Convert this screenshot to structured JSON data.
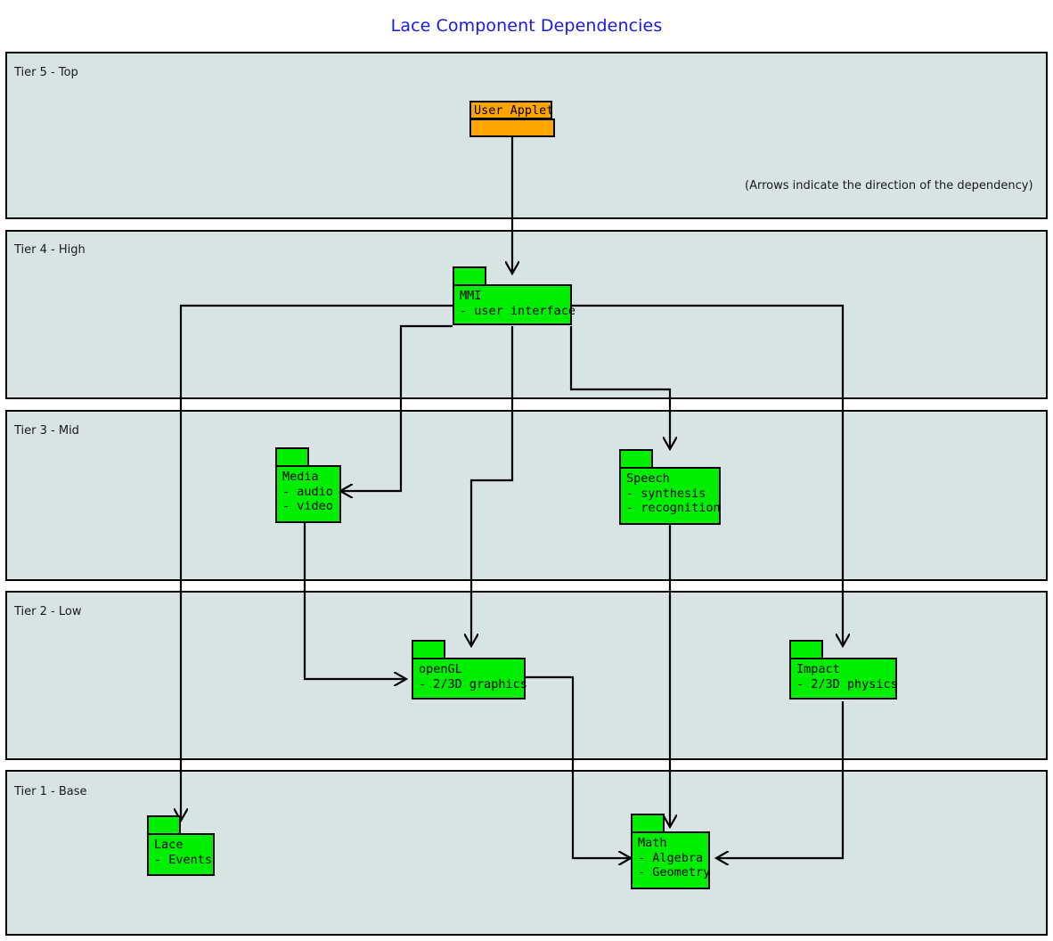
{
  "title": "Lace Component Dependencies",
  "note": "(Arrows indicate the direction of the dependency)",
  "colors": {
    "title": "#1818f0",
    "tier_fill": "#d8e3e3",
    "tier_border": "#000000",
    "package_fill": "#00ee00",
    "applet_fill": "#ffa500",
    "connector": "#000000",
    "text": "#000000"
  },
  "tiers": [
    {
      "id": "tier5",
      "label": "Tier 5 - Top"
    },
    {
      "id": "tier4",
      "label": "Tier 4 - High"
    },
    {
      "id": "tier3",
      "label": "Tier 3 - Mid"
    },
    {
      "id": "tier2",
      "label": "Tier 2 - Low"
    },
    {
      "id": "tier1",
      "label": "Tier 1 - Base"
    }
  ],
  "nodes": {
    "user_applet": {
      "name": "User Applet",
      "tier": "Tier 5 - Top"
    },
    "mmi": {
      "name": "MMI",
      "line1": "- user interface",
      "line2": "",
      "tier": "Tier 4 - High"
    },
    "media": {
      "name": "Media",
      "line1": "- audio",
      "line2": "- video",
      "tier": "Tier 3 - Mid"
    },
    "speech": {
      "name": "Speech",
      "line1": "- synthesis",
      "line2": "- recognition",
      "tier": "Tier 3 - Mid"
    },
    "opengl": {
      "name": "openGL",
      "line1": "- 2/3D graphics",
      "line2": "",
      "tier": "Tier 2 - Low"
    },
    "impact": {
      "name": "Impact",
      "line1": "- 2/3D physics",
      "line2": "",
      "tier": "Tier 2 - Low"
    },
    "lace": {
      "name": "Lace",
      "line1": "- Events",
      "line2": "",
      "tier": "Tier 1 - Base"
    },
    "math": {
      "name": "Math",
      "line1": "- Algebra",
      "line2": "- Geometry",
      "tier": "Tier 1 - Base"
    }
  },
  "dependencies": [
    {
      "from": "User Applet",
      "to": "MMI"
    },
    {
      "from": "MMI",
      "to": "Media"
    },
    {
      "from": "MMI",
      "to": "Speech"
    },
    {
      "from": "MMI",
      "to": "openGL"
    },
    {
      "from": "MMI",
      "to": "Impact"
    },
    {
      "from": "MMI",
      "to": "Lace"
    },
    {
      "from": "Media",
      "to": "openGL"
    },
    {
      "from": "Speech",
      "to": "Math"
    },
    {
      "from": "openGL",
      "to": "Math"
    },
    {
      "from": "Impact",
      "to": "Math"
    }
  ]
}
